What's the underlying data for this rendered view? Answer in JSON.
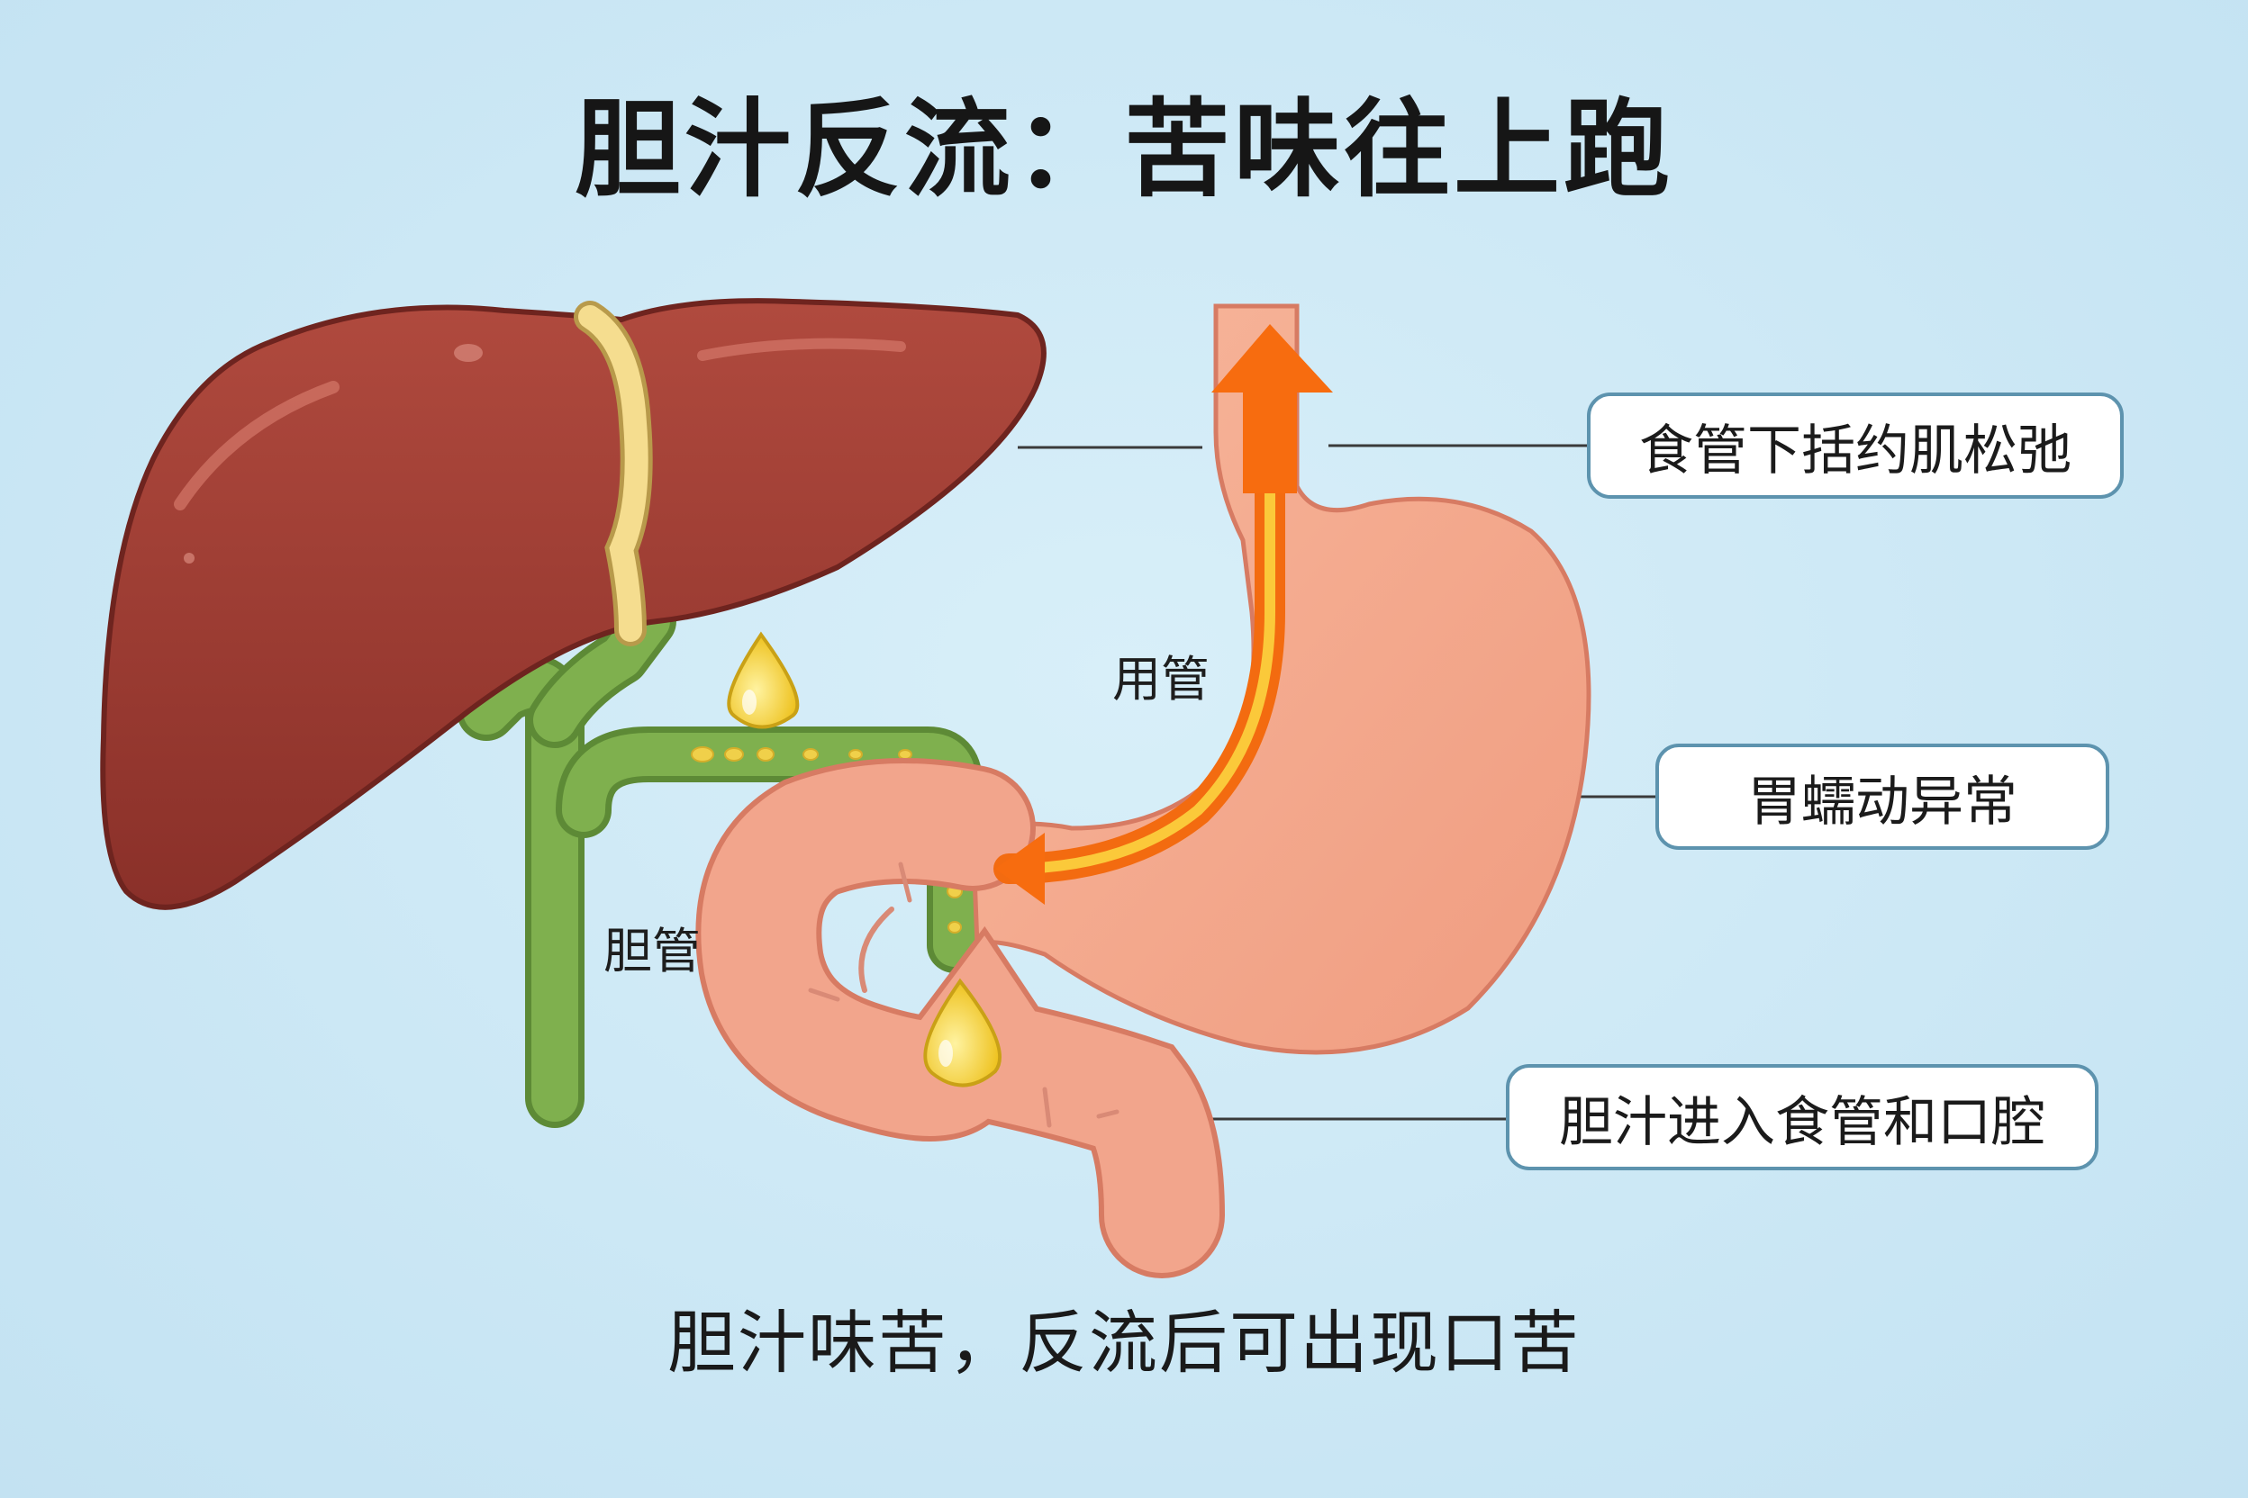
{
  "title": "胆汁反流：苦味往上跑",
  "caption": "胆汁味苦，反流后可出现口苦",
  "labels": {
    "esophagus": "用管",
    "bile_duct": "胆管"
  },
  "callouts": [
    "食管下括约肌松弛",
    "胃蠕动异常",
    "胆汁进入食管和口腔"
  ],
  "colors": {
    "background": "#cfe9f6",
    "liver": "#9b3d33",
    "gallbladder_band": "#f2d98a",
    "bile_duct": "#7aa84a",
    "stomach": "#f3a98d",
    "duodenum": "#ec9c86",
    "bile_drop": "#f3d23c",
    "reflux_arrow": "#f7720f",
    "callout_border": "#5d93ae"
  },
  "icons": [
    "bile-drop-icon",
    "reflux-arrow-icon",
    "up-arrow-icon"
  ]
}
